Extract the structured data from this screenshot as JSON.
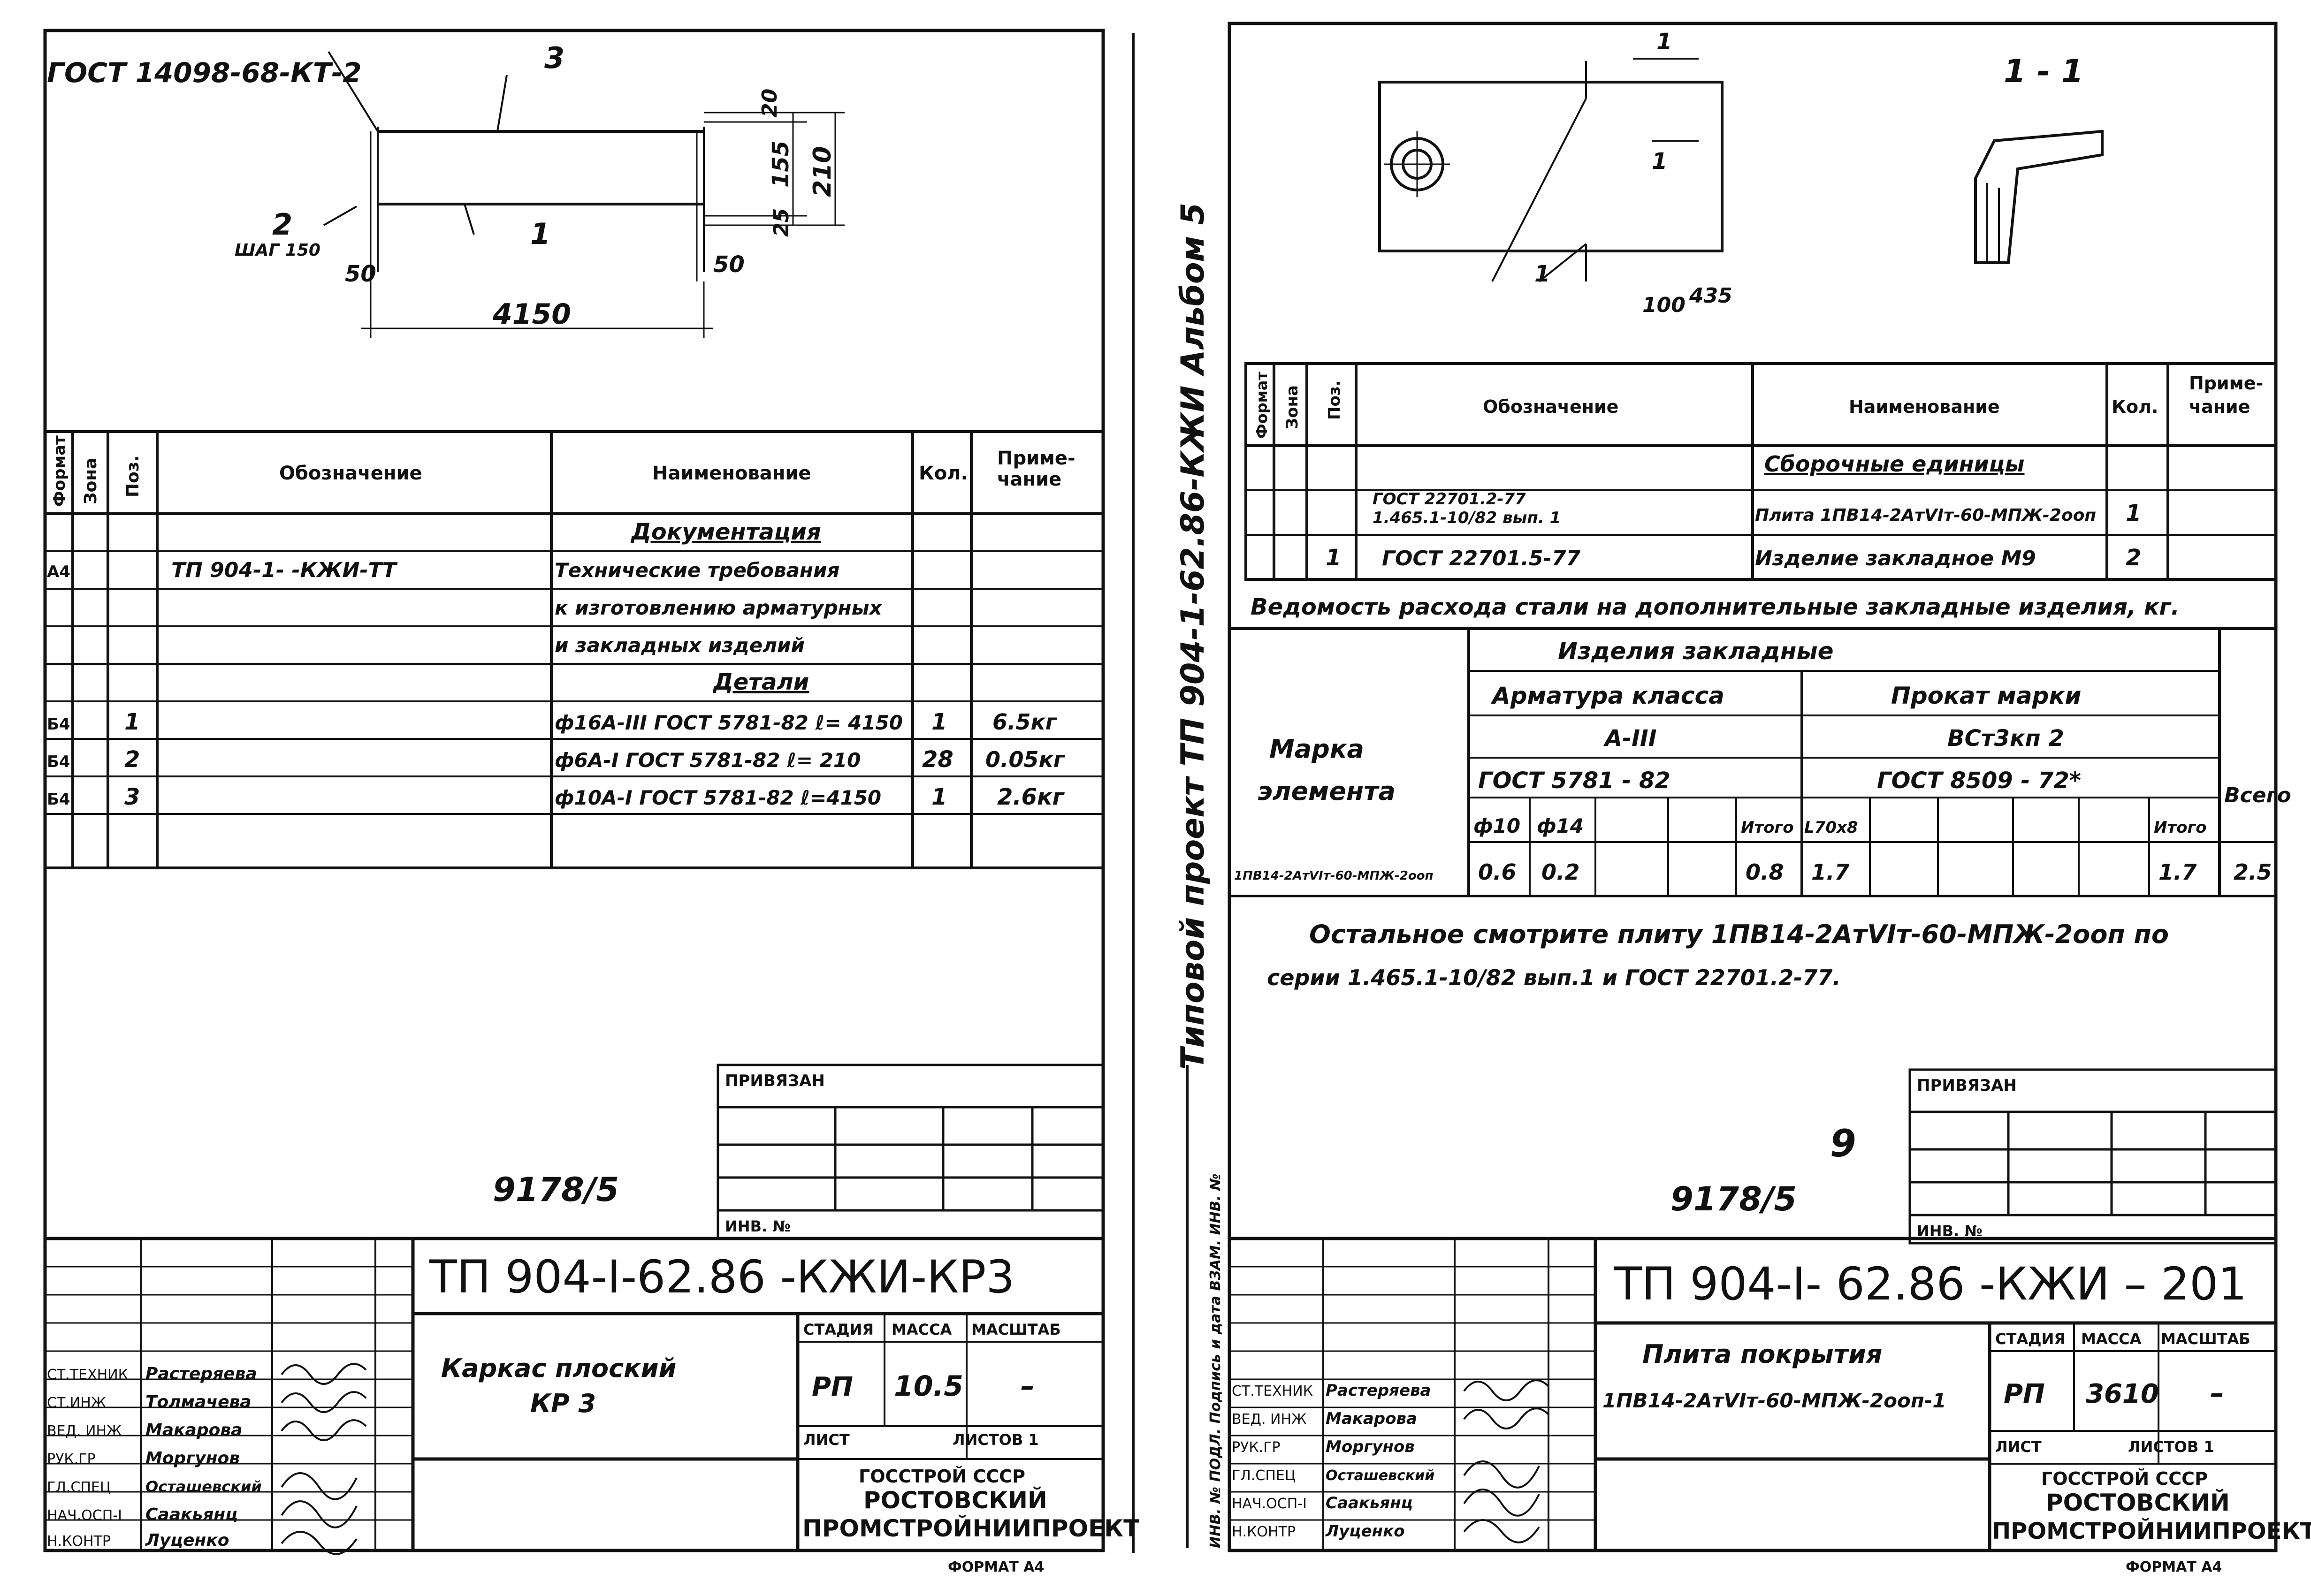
{
  "left": {
    "drawing": {
      "gost_ref": "ГОСТ 14098-68-КТ-2",
      "pos3": "3",
      "pos2": "2",
      "pos2_step": "ШАГ 150",
      "pos1": "1",
      "dim_20": "20",
      "dim_155": "155",
      "dim_210": "210",
      "dim_25": "25",
      "dim_50a": "50",
      "dim_50b": "50",
      "dim_4150": "4150"
    },
    "spec": {
      "headers": {
        "format": "Формат",
        "zone": "Зона",
        "pos": "Поз.",
        "designation": "Обозначение",
        "name": "Наименование",
        "qty": "Кол.",
        "note": "Приме-\nчание"
      },
      "rows": [
        {
          "format": "",
          "pos": "",
          "designation": "",
          "name": "Документация",
          "qty": "",
          "note": ""
        },
        {
          "format": "А4",
          "pos": "",
          "designation": "ТП 904-1-      -КЖИ-ТТ",
          "name": "Технические требования",
          "qty": "",
          "note": ""
        },
        {
          "format": "",
          "pos": "",
          "designation": "",
          "name": "к изготовлению арматурных",
          "qty": "",
          "note": ""
        },
        {
          "format": "",
          "pos": "",
          "designation": "",
          "name": "и закладных изделий",
          "qty": "",
          "note": ""
        },
        {
          "format": "",
          "pos": "",
          "designation": "",
          "name": "Детали",
          "qty": "",
          "note": ""
        },
        {
          "format": "Б4",
          "pos": "1",
          "designation": "",
          "name": "ф16А-III ГОСТ 5781-82 ℓ= 4150",
          "qty": "1",
          "note": "6.5кг"
        },
        {
          "format": "Б4",
          "pos": "2",
          "designation": "",
          "name": "ф6А-I ГОСТ 5781-82 ℓ= 210",
          "qty": "28",
          "note": "0.05кг"
        },
        {
          "format": "Б4",
          "pos": "3",
          "designation": "",
          "name": "ф10А-I ГОСТ 5781-82 ℓ=4150",
          "qty": "1",
          "note": "2.6кг"
        }
      ]
    },
    "privyazan": "ПРИВЯЗАН",
    "inv": "ИНВ. №",
    "sheet_no": "9178/5",
    "title_block": {
      "code": "ТП 904-I-62.86 -КЖИ-КР3",
      "name_line1": "Каркас плоский",
      "name_line2": "КР 3",
      "stage_h": "СТАДИЯ",
      "mass_h": "МАССА",
      "scale_h": "МАСШТАБ",
      "stage": "РП",
      "mass": "10.5",
      "scale": "–",
      "sheet_h": "ЛИСТ",
      "sheets_h": "ЛИСТОВ  1",
      "org1": "ГОССТРОЙ СССР",
      "org2": "РОСТОВСКИЙ",
      "org3": "ПРОМСТРОЙНИИПРОЕКТ",
      "people": [
        {
          "role": "СТ.ТЕХНИК",
          "name": "Растеряева"
        },
        {
          "role": "СТ.ИНЖ",
          "name": "Толмачева"
        },
        {
          "role": "ВЕД. ИНЖ",
          "name": "Макарова"
        },
        {
          "role": "РУК.ГР",
          "name": "Моргунов"
        },
        {
          "role": "ГЛ.СПЕЦ",
          "name": "Осташевский"
        },
        {
          "role": "НАЧ.ОСП-I",
          "name": "Саакьянц"
        },
        {
          "role": "Н.КОНТР",
          "name": "Луценко"
        }
      ]
    },
    "format": "ФОРМАТ А4"
  },
  "spine": {
    "album": "Типовой   проект   ТП 904-1-62.86-КЖИ   Альбом 5",
    "stamp": "ИНВ. № ПОДЛ.   Подпись и дата   ВЗАМ. ИНВ. №"
  },
  "right": {
    "drawing": {
      "section_label": "1 - 1",
      "mark_1": "1",
      "dim_100": "100",
      "dim_435": "435"
    },
    "spec": {
      "headers": {
        "format": "Формат",
        "zone": "Зона",
        "pos": "Поз.",
        "designation": "Обозначение",
        "name": "Наименование",
        "qty": "Кол.",
        "note": "Приме-\nчание"
      },
      "rows": [
        {
          "pos": "",
          "designation": "",
          "name": "Сборочные единицы",
          "qty": ""
        },
        {
          "pos": "",
          "designation": "ГОСТ 22701.2-77\n1.465.1-10/82 вып. 1",
          "name": "Плита 1ПВ14-2АтVIт-60-МПЖ-2ооп",
          "qty": "1"
        },
        {
          "pos": "1",
          "designation": "ГОСТ 22701.5-77",
          "name": "Изделие закладное М9",
          "qty": "2"
        }
      ]
    },
    "steel": {
      "title": "Ведомость расхода стали на дополнительные закладные изделия, кг.",
      "h_items": "Изделия закладные",
      "h_rebar": "Арматура класса",
      "h_rolled": "Прокат марки",
      "h_a3": "А-III",
      "h_vst": "ВСт3кп 2",
      "h_gost1": "ГОСТ 5781 - 82",
      "h_gost2": "ГОСТ 8509 - 72*",
      "h_mark": "Марка элемента",
      "h_total": "Всего",
      "h_f10": "ф10",
      "h_f14": "ф14",
      "h_itogo1": "Итого",
      "h_l70": "L70х8",
      "h_itogo2": "Итого",
      "row_mark": "1ПВ14-2АтVIт-60-МПЖ-2ооп",
      "v_f10": "0.6",
      "v_f14": "0.2",
      "v_itogo1": "0.8",
      "v_l70": "1.7",
      "v_itogo2": "1.7",
      "v_total": "2.5"
    },
    "note_line1": "Остальное смотрите плиту 1ПВ14-2АтVIт-60-МПЖ-2ооп по",
    "note_line2": "серии 1.465.1-10/82 вып.1 и ГОСТ 22701.2-77.",
    "privyazan": "ПРИВЯЗАН",
    "inv": "ИНВ. №",
    "page_no": "9",
    "sheet_no": "9178/5",
    "title_block": {
      "code": "ТП 904-I- 62.86 -КЖИ – 201",
      "name_line1": "Плита покрытия",
      "name_line2": "1ПВ14-2АтVIт-60-МПЖ-2ооп-1",
      "stage_h": "СТАДИЯ",
      "mass_h": "МАССА",
      "scale_h": "МАСШТАБ",
      "stage": "РП",
      "mass": "3610",
      "scale": "–",
      "sheet_h": "ЛИСТ",
      "sheets_h": "ЛИСТОВ  1",
      "org1": "ГОССТРОЙ СССР",
      "org2": "РОСТОВСКИЙ",
      "org3": "ПРОМСТРОЙНИИПРОЕКТ",
      "people": [
        {
          "role": "СТ.ТЕХНИК",
          "name": "Растеряева"
        },
        {
          "role": "ВЕД. ИНЖ",
          "name": "Макарова"
        },
        {
          "role": "РУК.ГР",
          "name": "Моргунов"
        },
        {
          "role": "ГЛ.СПЕЦ",
          "name": "Осташевский"
        },
        {
          "role": "НАЧ.ОСП-I",
          "name": "Саакьянц"
        },
        {
          "role": "Н.КОНТР",
          "name": "Луценко"
        }
      ]
    },
    "format": "ФОРМАТ А4"
  }
}
